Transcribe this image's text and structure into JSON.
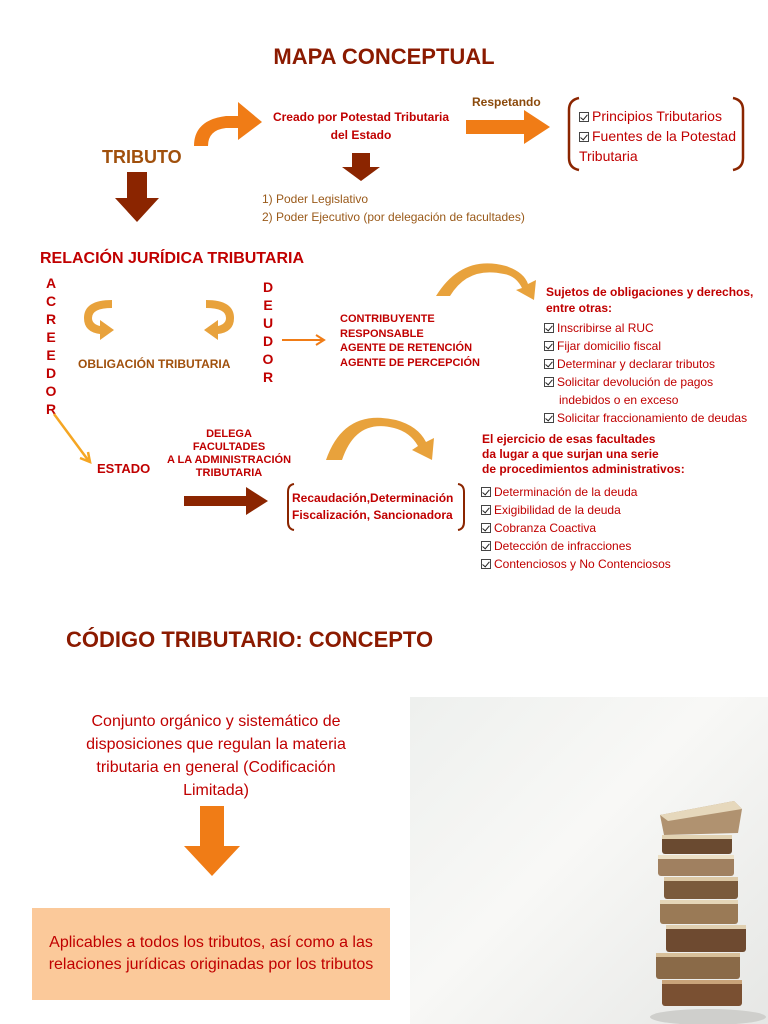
{
  "titles": {
    "main": "MAPA CONCEPTUAL",
    "codigo": "CÓDIGO TRIBUTARIO: CONCEPTO"
  },
  "tributo": "TRIBUTO",
  "creado": "Creado por Potestad Tributaria del Estado",
  "respetando": "Respetando",
  "principios": [
    "Principios Tributarios",
    "Fuentes de la Potestad Tributaria"
  ],
  "poderes": [
    "1) Poder Legislativo",
    "2) Poder Ejecutivo (por delegación de facultades)"
  ],
  "relacion": "RELACIÓN JURÍDICA TRIBUTARIA",
  "acreedor": [
    "A",
    "C",
    "R",
    "E",
    "E",
    "D",
    "O",
    "R"
  ],
  "deudor": [
    "D",
    "E",
    "U",
    "D",
    "O",
    "R"
  ],
  "obligacion": "OBLIGACIÓN TRIBUTARIA",
  "contribuyente": [
    "CONTRIBUYENTE",
    "RESPONSABLE",
    "AGENTE DE RETENCIÓN",
    "AGENTE DE PERCEPCIÓN"
  ],
  "sujetos": {
    "heading": [
      "Sujetos de obligaciones y  derechos,",
      "entre otras:"
    ],
    "items": [
      "Inscribirse al RUC",
      "Fijar domicilio fiscal",
      "Determinar y declarar tributos",
      "Solicitar devolución de pagos",
      "Solicitar fraccionamiento de deudas"
    ],
    "indebidos": "indebidos o en exceso"
  },
  "estado": "ESTADO",
  "delega": [
    "DELEGA",
    "FACULTADES",
    "A LA ADMINISTRACIÓN",
    "TRIBUTARIA"
  ],
  "facultades": [
    "Recaudación,Determinación",
    "Fiscalización, Sancionadora"
  ],
  "ejercicio": {
    "heading": [
      "El ejercicio de esas facultades",
      "da lugar a que surjan una serie",
      "de procedimientos administrativos:"
    ],
    "items": [
      "Determinación de la deuda",
      "Exigibilidad de la deuda",
      "Cobranza Coactiva",
      "Detección de infracciones",
      "Contenciosos y No Contenciosos"
    ]
  },
  "concepto": "Conjunto orgánico y sistemático de disposiciones que regulan la materia tributaria en general (Codificación Limitada)",
  "aplicables": "Aplicables a todos los tributos, así como a las relaciones jurídicas originadas por los tributos",
  "colors": {
    "orange": "#f07c16",
    "darkred": "#c00000",
    "brown": "#8b1a00",
    "peach": "#fbc99a"
  }
}
